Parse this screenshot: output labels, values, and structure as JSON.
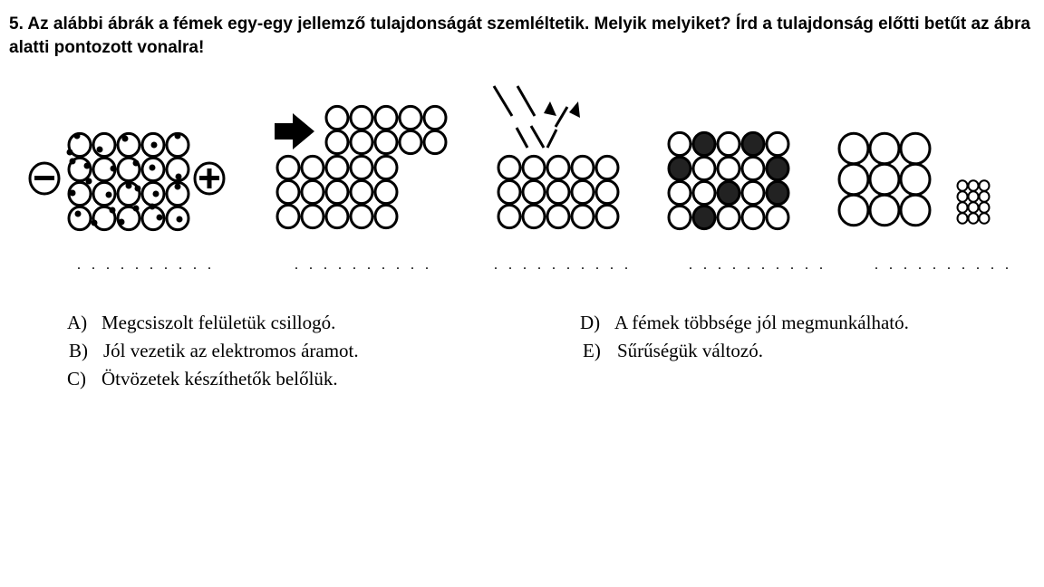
{
  "task": {
    "title": "5. Az alábbi ábrák a fémek egy-egy jellemző tulajdonságát szemléltetik. Melyik melyiket? Írd a tulajdonság előtti betűt az ábra alatti pontozott vonalra!"
  },
  "answer_lines": [
    ". . . . . . . . . .",
    ". . . . . . . . . .",
    ". . . . . . . . . .",
    ". . . . . . . . . .",
    ". . . . . . . . . ."
  ],
  "options": [
    {
      "letter": "A)",
      "text": "Megcsiszolt felületük csillogó."
    },
    {
      "letter": "B)",
      "text": "Jól vezetik az elektromos áramot."
    },
    {
      "letter": "C)",
      "text": "Ötvözetek készíthetők belőlük."
    },
    {
      "letter": "D)",
      "text": "A fémek többsége jól megmunkálható."
    },
    {
      "letter": "E)",
      "text": "Sűrűségük változó."
    }
  ],
  "figures": [
    "electric-conduction",
    "malleability",
    "reflection",
    "alloy",
    "density"
  ]
}
